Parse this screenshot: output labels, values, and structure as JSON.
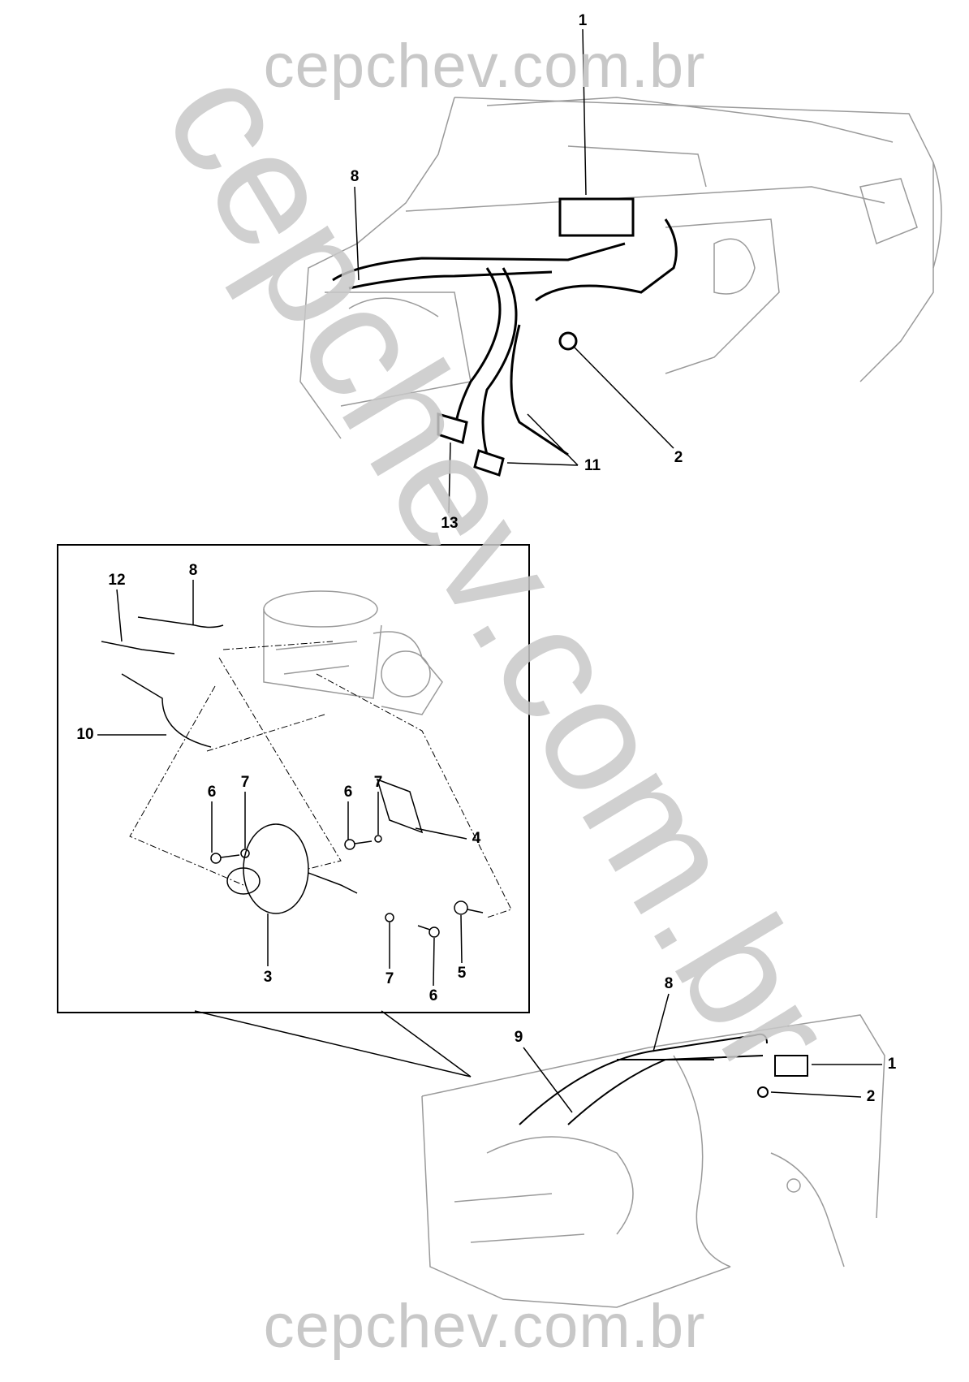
{
  "watermarks": {
    "top": "cepchev.com.br",
    "diagonal": "cepchev.com.br",
    "bottom": "cepchev.com.br"
  },
  "top_view": {
    "callouts": [
      "1",
      "8",
      "2",
      "11",
      "13"
    ]
  },
  "detail_box": {
    "callouts": [
      "12",
      "8",
      "10",
      "6",
      "7",
      "6",
      "7",
      "4",
      "3",
      "7",
      "6",
      "5"
    ]
  },
  "bottom_view": {
    "callouts": [
      "8",
      "9",
      "1",
      "2"
    ]
  },
  "colors": {
    "line": "#000000",
    "sketch": "#9a9a9a",
    "watermark": "#c8c8c8"
  }
}
